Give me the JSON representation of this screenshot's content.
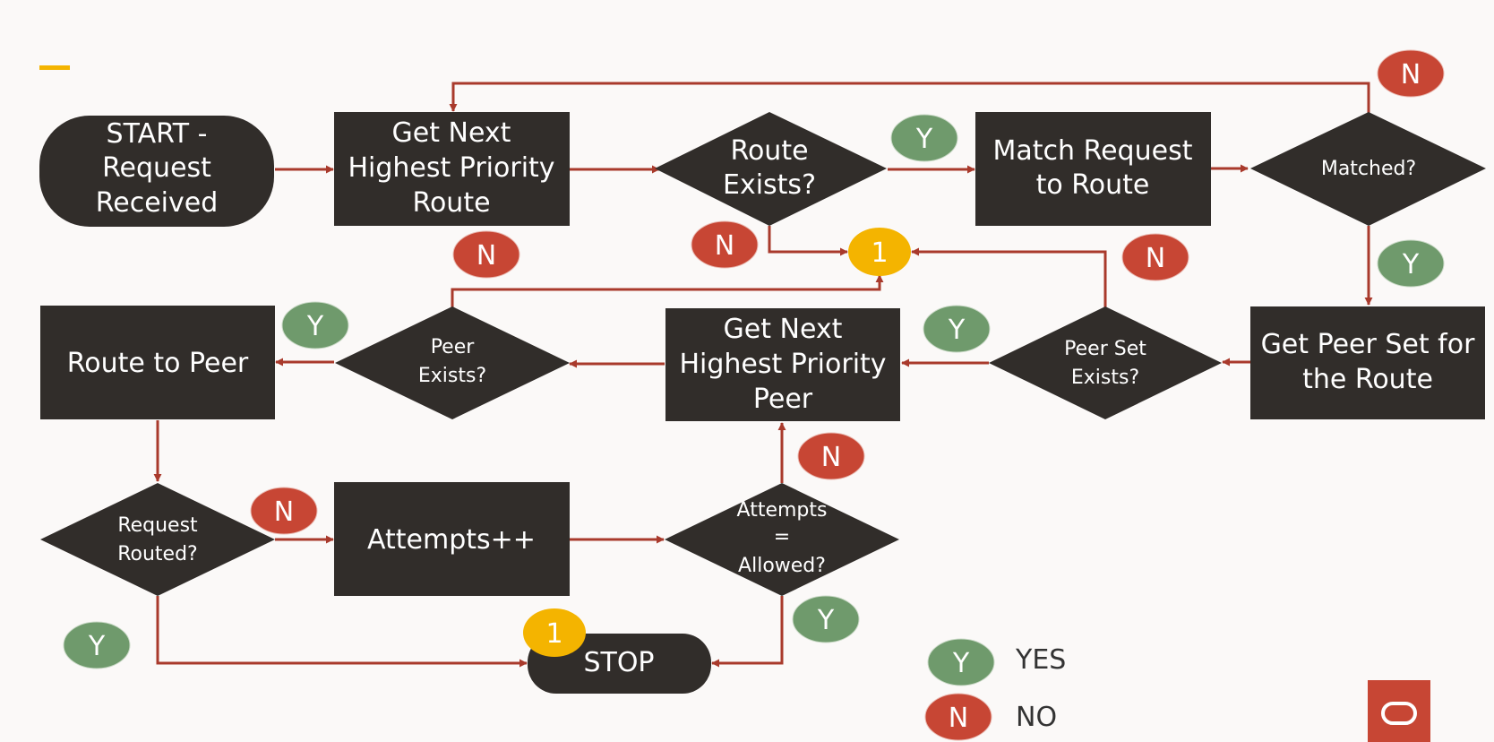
{
  "colors": {
    "node": "#312d2a",
    "arrow": "#a93a2c",
    "yes": "#6f9a6c",
    "no": "#c74634",
    "connector": "#f4b400",
    "accent": "#f4b400",
    "logo": "#c74634"
  },
  "nodes": {
    "start": [
      "START -",
      "Request",
      "Received"
    ],
    "get_route": [
      "Get Next",
      "Highest Priority",
      "Route"
    ],
    "route_exists": [
      "Route",
      "Exists?"
    ],
    "match_request": [
      "Match Request",
      "to Route"
    ],
    "matched": [
      "Matched?"
    ],
    "get_peer_set": [
      "Get Peer Set for",
      "the Route"
    ],
    "peer_set_exists": [
      "Peer Set",
      "Exists?"
    ],
    "get_peer": [
      "Get Next",
      "Highest Priority",
      "Peer"
    ],
    "peer_exists": [
      "Peer",
      "Exists?"
    ],
    "route_to_peer": [
      "Route to Peer"
    ],
    "request_routed": [
      "Request",
      "Routed?"
    ],
    "attempts_inc": [
      "Attempts++"
    ],
    "attempts_allowed": [
      "Attempts",
      "=",
      "Allowed?"
    ],
    "stop": [
      "STOP"
    ]
  },
  "badges": {
    "yes": "Y",
    "no": "N",
    "connector": "1"
  },
  "legend": {
    "yes_label": "YES",
    "no_label": "NO"
  }
}
